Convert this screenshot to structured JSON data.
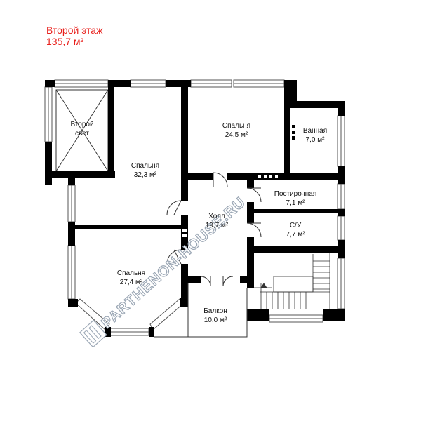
{
  "header": {
    "floor_title": "Второй этаж",
    "total_area": "135,7 м²"
  },
  "rooms": [
    {
      "id": "second-light",
      "name": "Второй свет",
      "area": ""
    },
    {
      "id": "bedroom-1",
      "name": "Спальня",
      "area": "32,3 м²"
    },
    {
      "id": "bedroom-2",
      "name": "Спальня",
      "area": "24,5 м²"
    },
    {
      "id": "bathroom",
      "name": "Ванная",
      "area": "7,0 м²"
    },
    {
      "id": "laundry",
      "name": "Постирочная",
      "area": "7,1 м²"
    },
    {
      "id": "hall",
      "name": "Холл",
      "area": "19,7 м²"
    },
    {
      "id": "wc",
      "name": "С/У",
      "area": "7,7 м²"
    },
    {
      "id": "bedroom-3",
      "name": "Спальня",
      "area": "27,4 м²"
    },
    {
      "id": "balcony",
      "name": "Балкон",
      "area": "10,0 м²"
    }
  ],
  "second_light_lines": [
    "Второй",
    "свет"
  ],
  "watermark": "PARTHENON-HOUSE.RU",
  "colors": {
    "header": "#e8201c",
    "wall": "#000000",
    "window": "#1a35c8",
    "watermark": "#9aa6b4"
  }
}
